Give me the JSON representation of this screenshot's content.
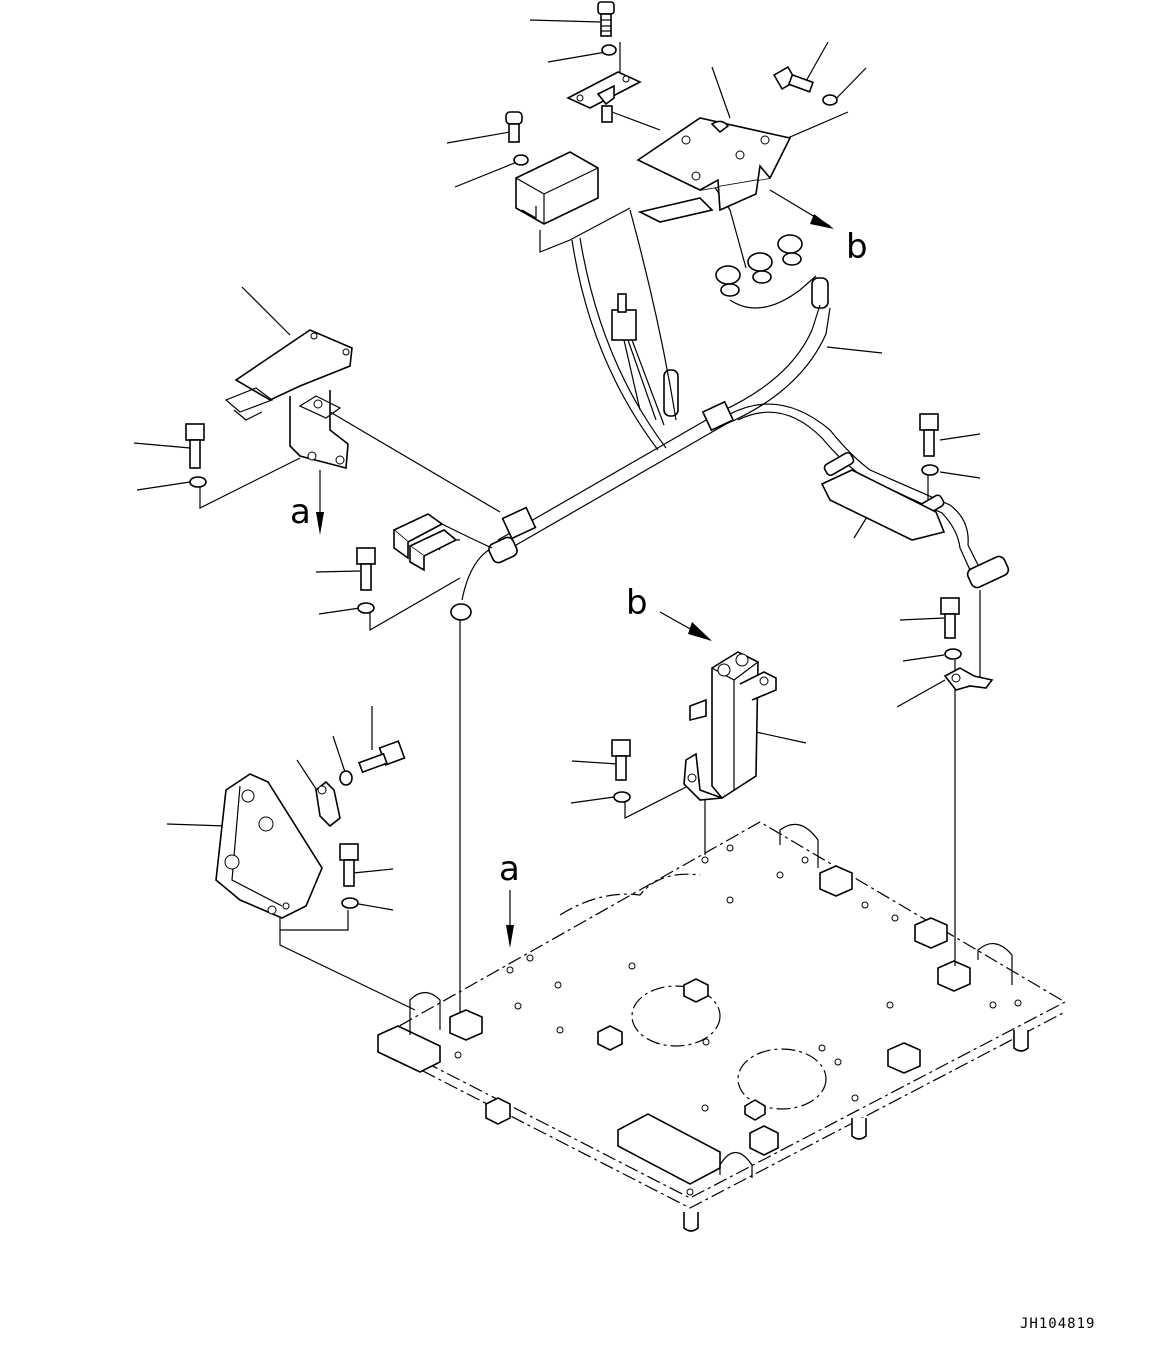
{
  "view_marks": {
    "a_top": "a",
    "a_bottom": "a",
    "b_top": "b",
    "b_bracket": "b"
  },
  "drawing_id": "JH104819"
}
